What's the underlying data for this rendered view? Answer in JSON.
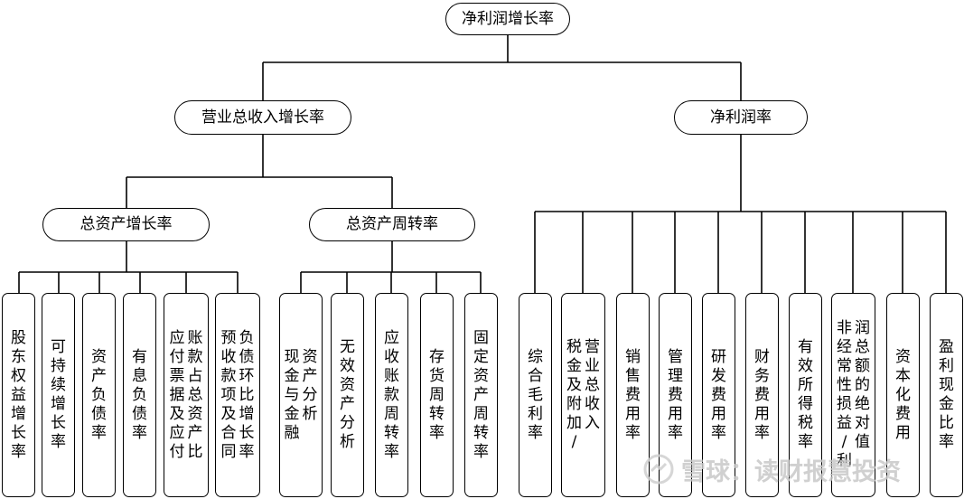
{
  "diagram": {
    "root": "净利润增长率",
    "left_branch": "营业总收入增长率",
    "right_branch": "净利润率",
    "mid_left": "总资产增长率",
    "mid_right": "总资产周转率",
    "leaves_asset_growth": [
      "股东权益增长率",
      "可持续增长率",
      "资产负债率",
      "有息负债率",
      "应付票据及应付账款占总资产比",
      "预收款项及合同负债环比增长率"
    ],
    "leaves_turnover": [
      "现金与金融资产分析",
      "无效资产分析",
      "应收账款周转率",
      "存货周转率",
      "固定资产周转率"
    ],
    "leaves_margin": [
      "综合毛利率",
      "税金及附加/营业总收入",
      "销售费用率",
      "管理费用率",
      "研发费用率",
      "财务费用率",
      "有效所得税率",
      "非经常性损益/利润总额的绝对值",
      "资本化费用",
      "盈利现金比率"
    ]
  },
  "watermark": {
    "icon": "snowball-logo-icon",
    "text": "雪球：读财报慧投资"
  }
}
